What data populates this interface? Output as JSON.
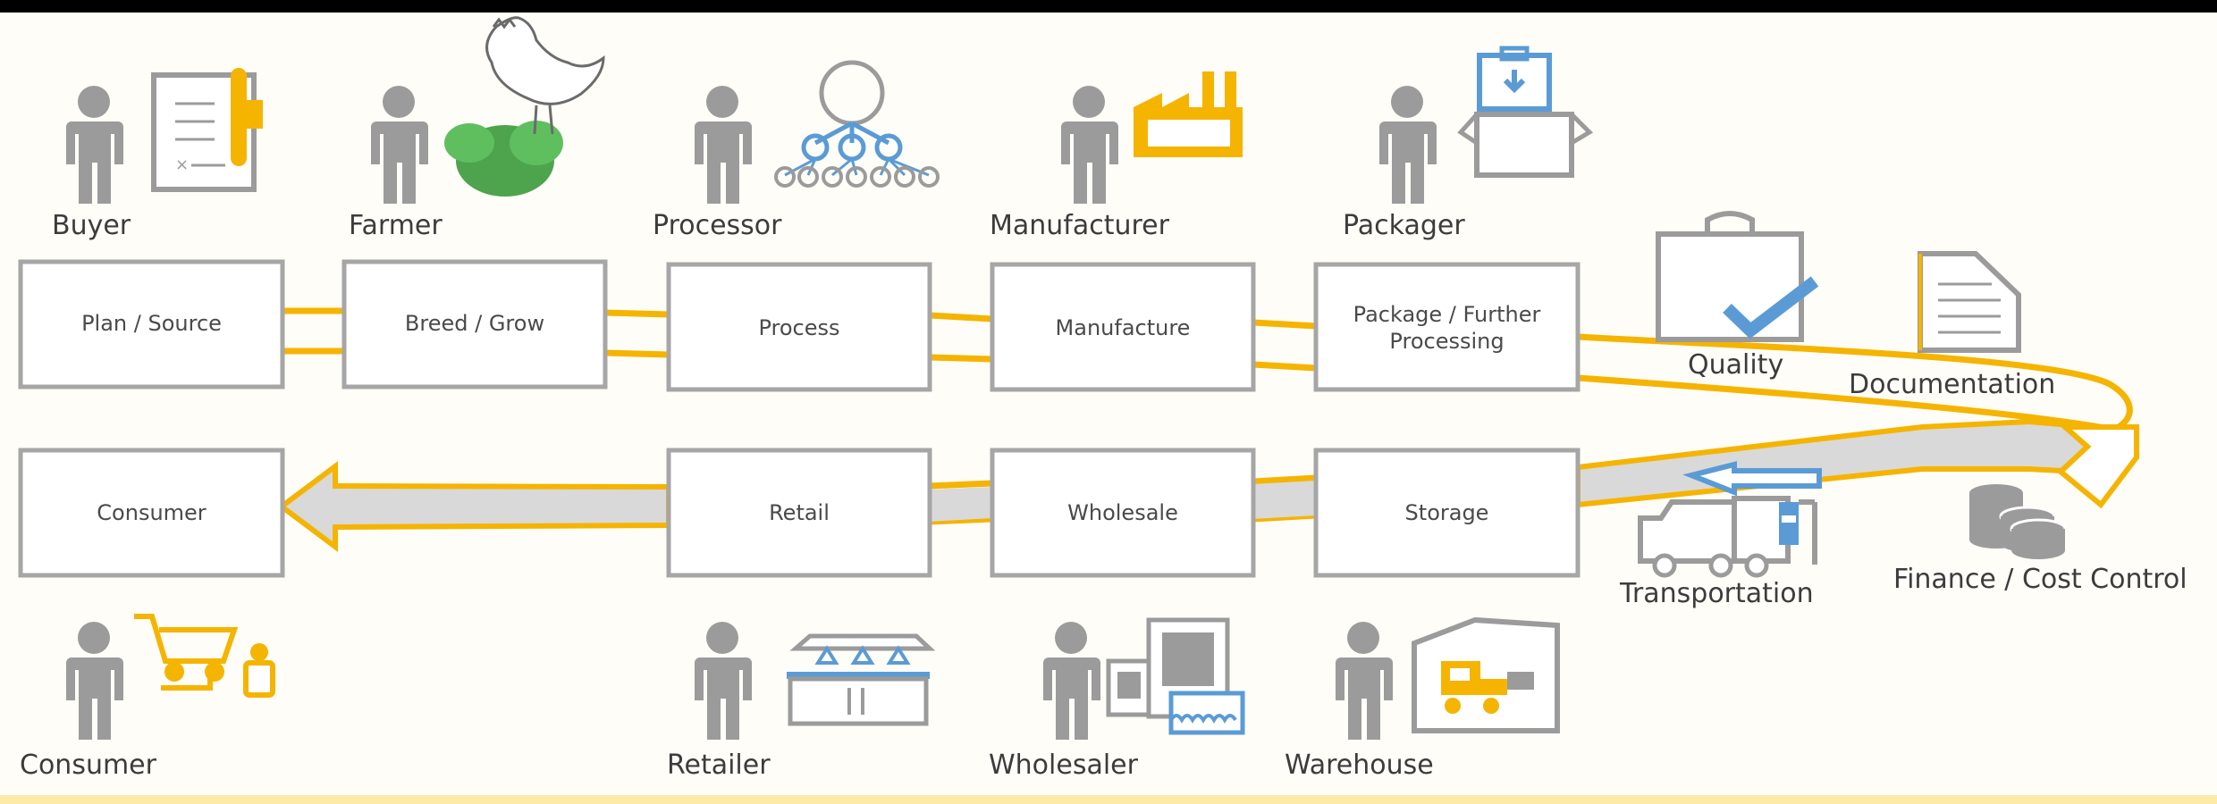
{
  "colors": {
    "accent_yellow": "#f5b400",
    "accent_blue": "#5b9bd5",
    "icon_gray": "#9b9b9b",
    "box_border": "#a6a6a6",
    "text_dark": "#3c3c3c",
    "top_bar": "#000000",
    "bottom_band": "#fde9a8"
  },
  "roles_top": [
    {
      "label": "Buyer",
      "icon": "document-pen-icon"
    },
    {
      "label": "Farmer",
      "icon": "rooster-leaves-icon"
    },
    {
      "label": "Processor",
      "icon": "hierarchy-nodes-icon"
    },
    {
      "label": "Manufacturer",
      "icon": "factory-icon"
    },
    {
      "label": "Packager",
      "icon": "open-box-icon"
    }
  ],
  "roles_bottom": [
    {
      "label": "Consumer",
      "icon": "shopping-cart-icon"
    },
    {
      "label": "Retailer",
      "icon": "storefront-icon"
    },
    {
      "label": "Wholesaler",
      "icon": "buildings-icon"
    },
    {
      "label": "Warehouse",
      "icon": "forklift-icon"
    }
  ],
  "process_top": [
    {
      "label": "Plan / Source"
    },
    {
      "label": "Breed / Grow"
    },
    {
      "label": "Process"
    },
    {
      "label": "Manufacture"
    },
    {
      "label_line1": "Package / Further",
      "label_line2": "Processing"
    }
  ],
  "process_bottom": [
    {
      "label": "Consumer"
    },
    {
      "label": "Retail"
    },
    {
      "label": "Wholesale"
    },
    {
      "label": "Storage"
    }
  ],
  "side_labels": {
    "quality": "Quality",
    "documentation": "Documentation",
    "transportation": "Transportation",
    "finance": "Finance / Cost Control"
  }
}
